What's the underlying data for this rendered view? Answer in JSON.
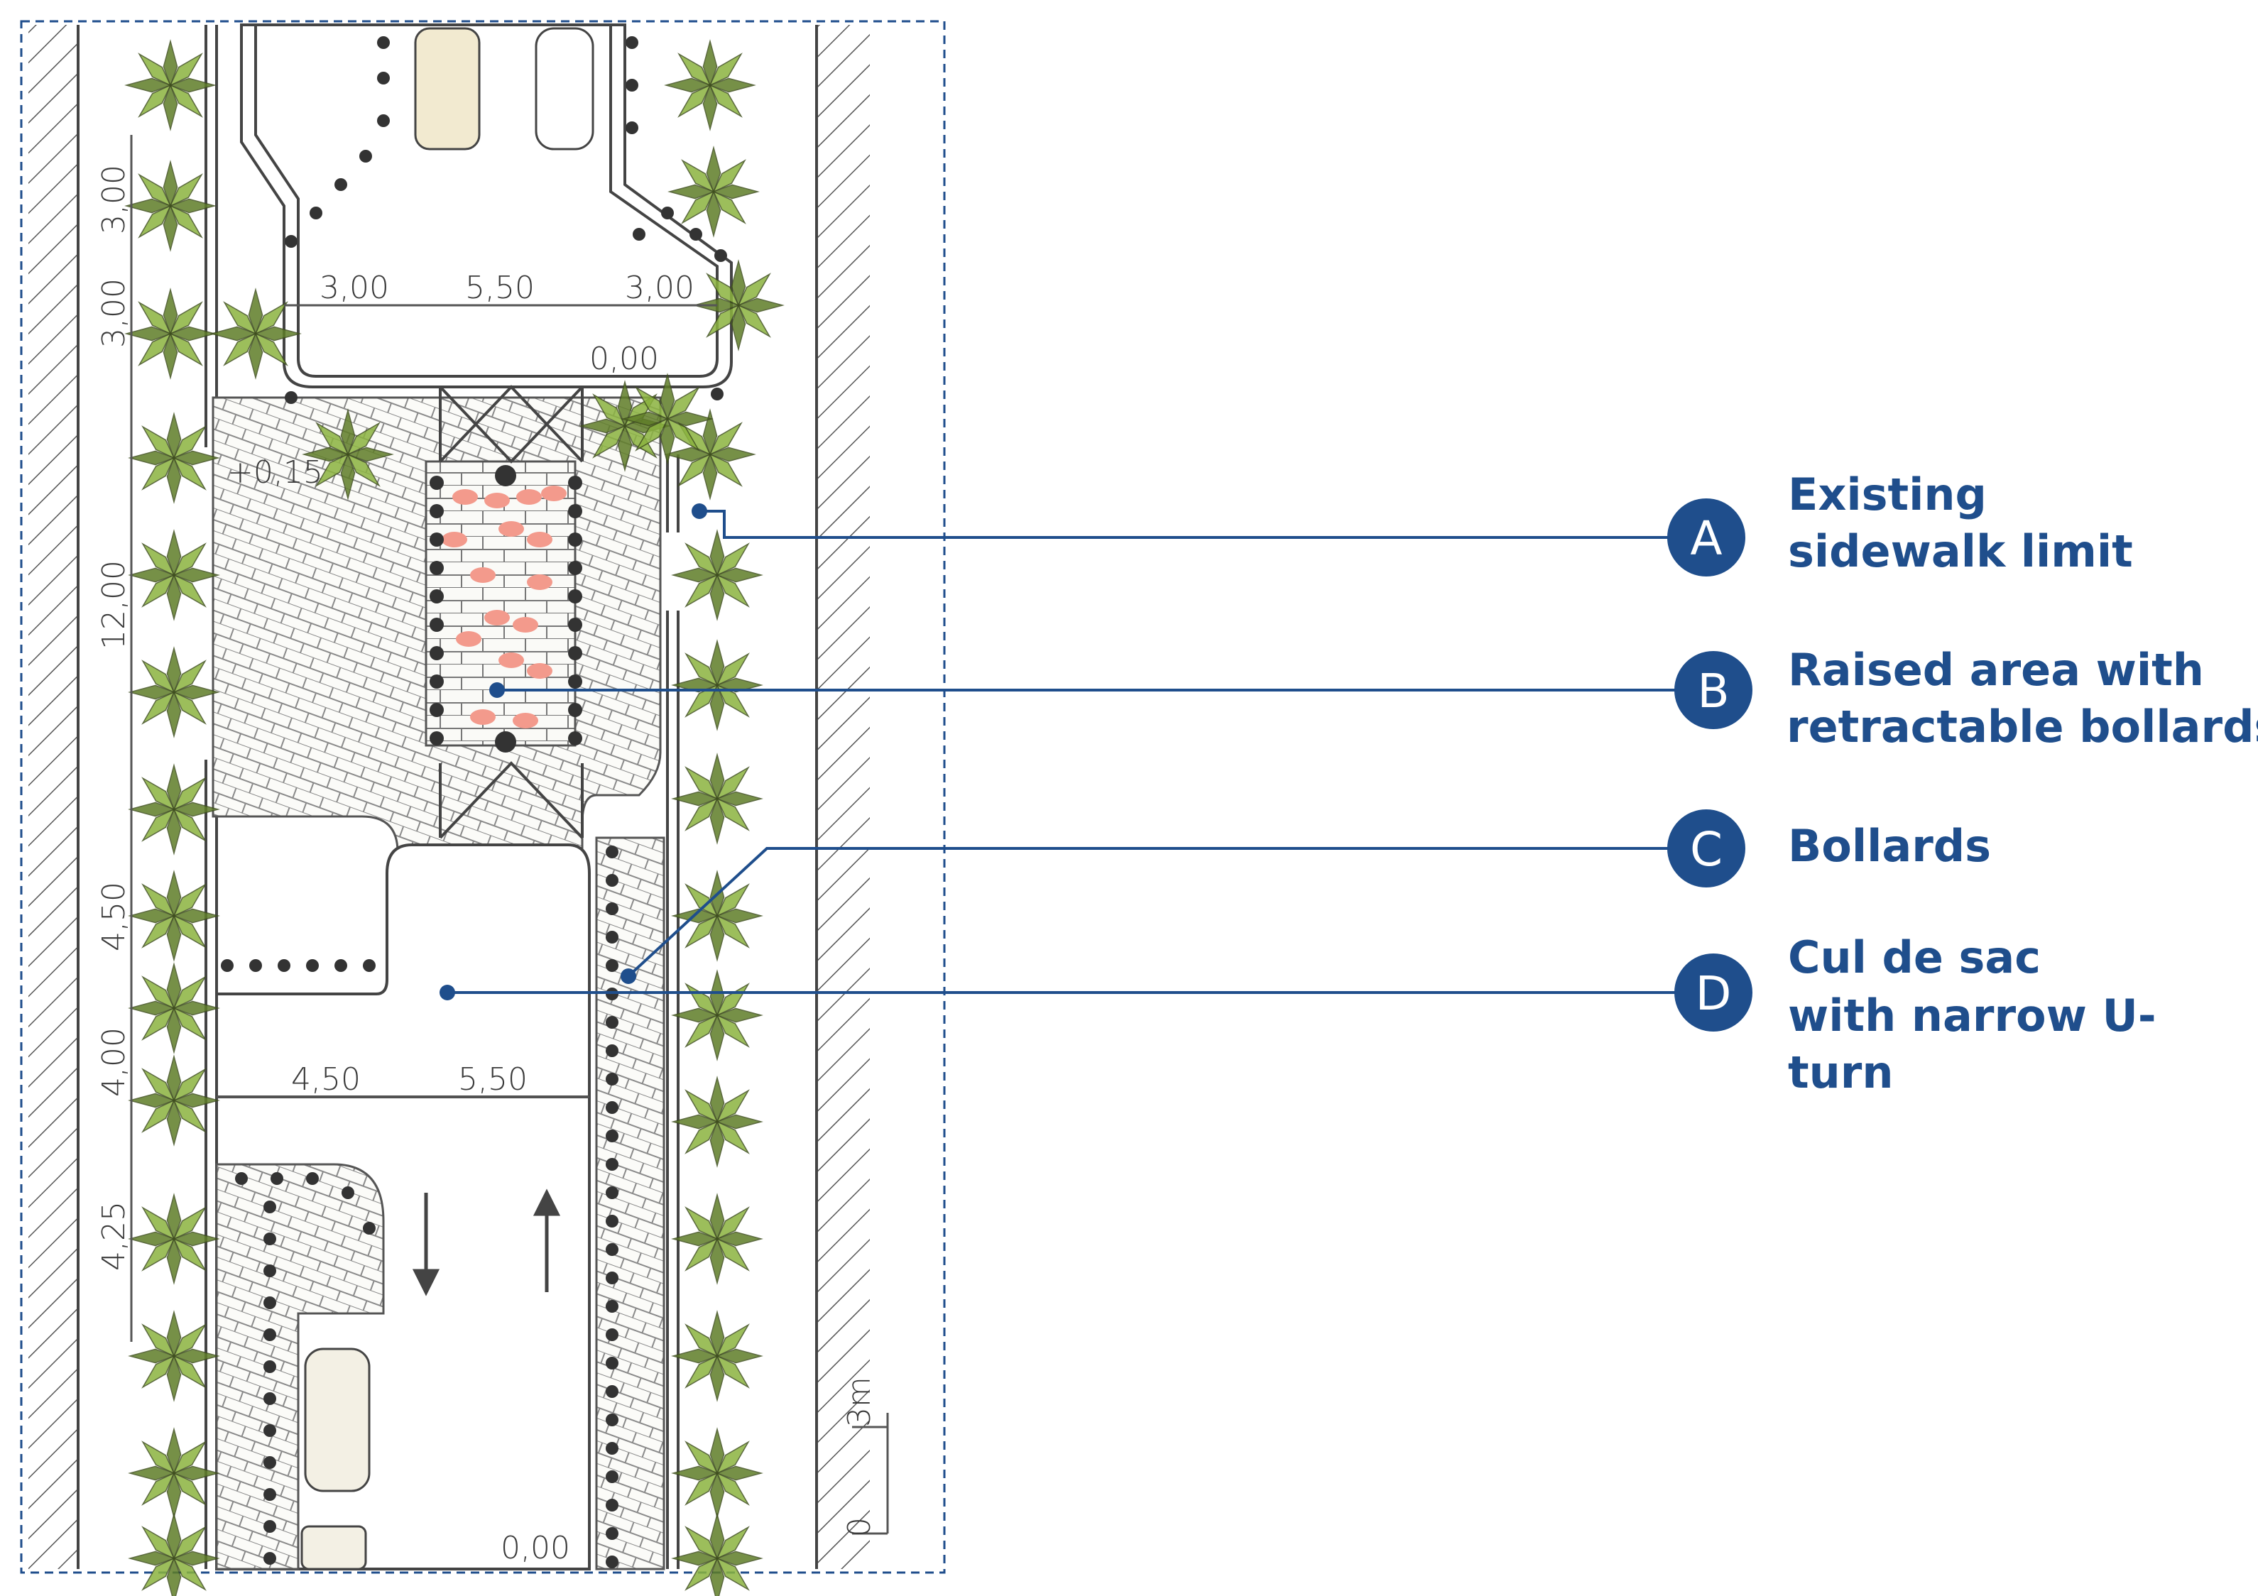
{
  "colors": {
    "accent": "#1f4e8c",
    "marker_fill": "#1f4e8c",
    "tree": "#8bb33f",
    "tree_dark": "#5f7d28",
    "pink": "#f39a8c",
    "ink": "#3a3a3a"
  },
  "dimensions": {
    "top_left": "3,00",
    "top_mid": "5,50",
    "top_right": "3,00",
    "level_top": "0,00",
    "raised": "+0,15",
    "bottom_left": "4,50",
    "bottom_mid": "5,50",
    "level_bottom": "0,00",
    "side_1": "3,00",
    "side_2": "3,00",
    "side_3": "12,00",
    "side_4": "4,50",
    "side_5": "4,00",
    "side_6": "4,25"
  },
  "scale": {
    "label": "3m",
    "zero": "0"
  },
  "markers": [
    {
      "letter": "A",
      "line1": "Existing",
      "line2": "sidewalk limit",
      "line3": ""
    },
    {
      "letter": "B",
      "line1": "Raised area with",
      "line2": "retractable bollards",
      "line3": ""
    },
    {
      "letter": "C",
      "line1": "Bollards",
      "line2": "",
      "line3": ""
    },
    {
      "letter": "D",
      "line1": "Cul de sac",
      "line2": "with narrow U-",
      "line3": "turn"
    }
  ]
}
